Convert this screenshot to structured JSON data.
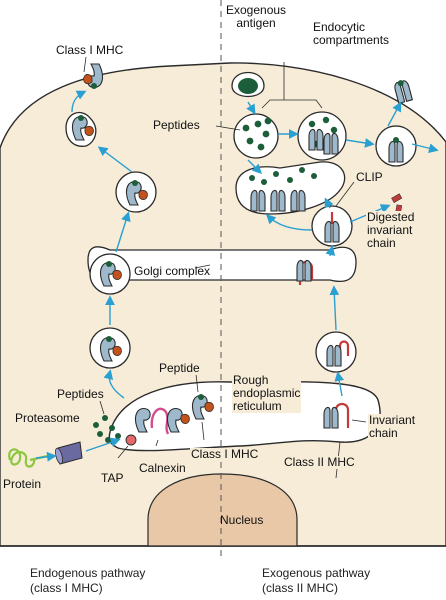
{
  "labels": {
    "exogenous_antigen": [
      "Exogenous",
      "antigen"
    ],
    "endocytic_compartments": [
      "Endocytic",
      "compartments"
    ],
    "class_i_mhc_top": "Class I MHC",
    "peptides_top": "Peptides",
    "clip": "CLIP",
    "digested_invariant_chain": [
      "Digested",
      "invariant",
      "chain"
    ],
    "golgi_complex": "Golgi complex",
    "peptide": "Peptide",
    "rough_er": [
      "Rough",
      "endoplasmic",
      "reticulum"
    ],
    "peptides_left": "Peptides",
    "proteasome": "Proteasome",
    "invariant_chain": [
      "Invariant",
      "chain"
    ],
    "protein": "Protein",
    "tap": "TAP",
    "calnexin": "Calnexin",
    "class_i_mhc_er": "Class I MHC",
    "class_ii_mhc_er": "Class II MHC",
    "nucleus": "Nucleus"
  },
  "footer": {
    "left": [
      "Endogenous pathway",
      "(class I MHC)"
    ],
    "right": [
      "Exogenous pathway",
      "(class II MHC)"
    ]
  },
  "colors": {
    "cytoplasm": "#f7ecd8",
    "outline": "#2b2b2b",
    "mhc_fill": "#9eb9cc",
    "peptide": "#1d5e3a",
    "chaperone": "#c4521c",
    "invariant": "#c23b3b",
    "arrow": "#2a9fd2",
    "protein": "#8dc63f",
    "proteasome": "#6a6aa0",
    "nucleus": "#e9c8a8"
  }
}
